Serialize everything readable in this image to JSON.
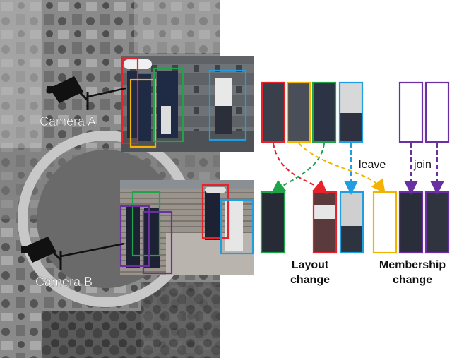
{
  "cameras": {
    "a": {
      "label": "Camera A"
    },
    "b": {
      "label": "Camera B"
    }
  },
  "annotations": {
    "leave": "leave",
    "join": "join",
    "layout_change_line1": "Layout",
    "layout_change_line2": "change",
    "membership_change_line1": "Membership",
    "membership_change_line2": "change"
  },
  "box_colors": {
    "red": "#e8212b",
    "orange": "#f2b400",
    "green": "#1fa44a",
    "blue": "#1f9fe0",
    "purple": "#6a2fa0"
  }
}
